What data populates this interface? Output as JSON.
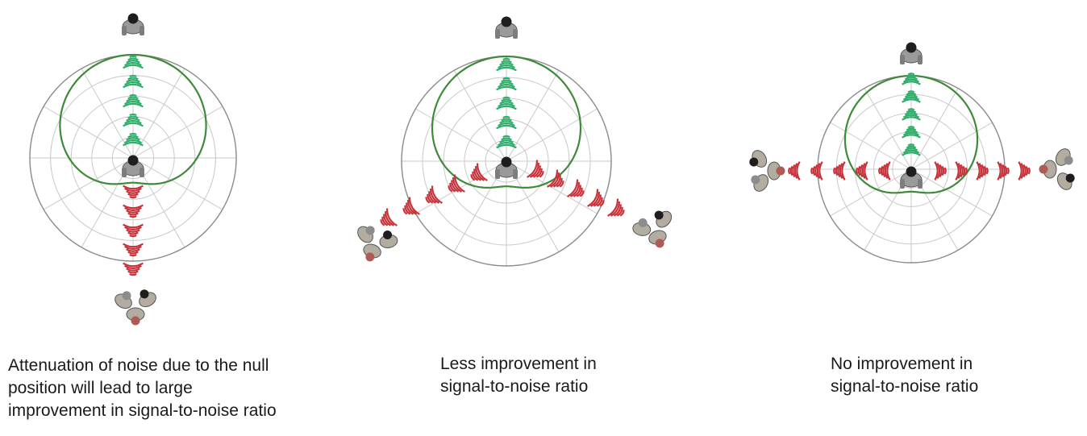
{
  "panels": [
    {
      "caption": [
        "Attenuation of noise due to the null",
        "position will lead to large",
        "improvement in signal-to-noise ratio"
      ],
      "noise_direction": "behind"
    },
    {
      "caption": [
        "Less improvement in",
        "signal-to-noise ratio"
      ],
      "noise_direction": "diagonal-behind"
    },
    {
      "caption": [
        "No improvement in",
        "signal-to-noise ratio"
      ],
      "noise_direction": "sides"
    }
  ],
  "colors": {
    "signal_wave": "#2fae6a",
    "noise_wave": "#c8323a",
    "polar_grid": "#c9c9c9",
    "polar_outline": "#8a8a8a",
    "cardioid": "#3f8a3a"
  },
  "icons": {
    "listener": "person-topdown-icon",
    "speaker": "person-topdown-icon",
    "noise_group": "crowd-topdown-icon"
  }
}
